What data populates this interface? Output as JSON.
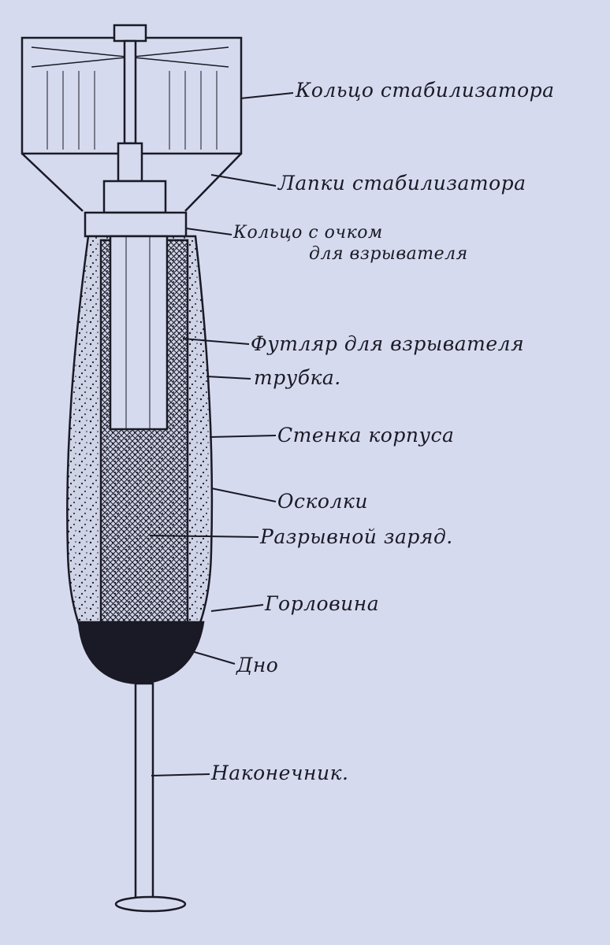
{
  "labels": {
    "stabilizer_ring": "Кольцо стабилизатора",
    "stabilizer_legs": "Лапки стабилизатора",
    "eye_ring_line1": "Кольцо с очком",
    "eye_ring_line2": "для взрывателя",
    "fuze_case": "Футляр для взрывателя",
    "tube": "трубка.",
    "body_wall": "Стенка корпуса",
    "fragments": "Осколки",
    "bursting_charge": "Разрывной заряд.",
    "neck": "Горловина",
    "bottom": "Дно",
    "tip": "Наконечник."
  },
  "colors": {
    "paper": "#d6daee",
    "ink": "#1a1a26"
  }
}
